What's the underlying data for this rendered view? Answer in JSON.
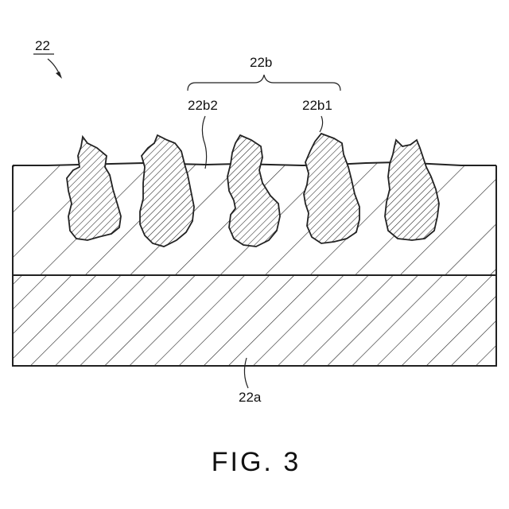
{
  "figure": {
    "reference_numeral": "22",
    "caption": "FIG. 3",
    "labels": {
      "particles_group": "22b",
      "particle_left": "22b2",
      "particle_right": "22b1",
      "base_layer": "22a"
    }
  }
}
